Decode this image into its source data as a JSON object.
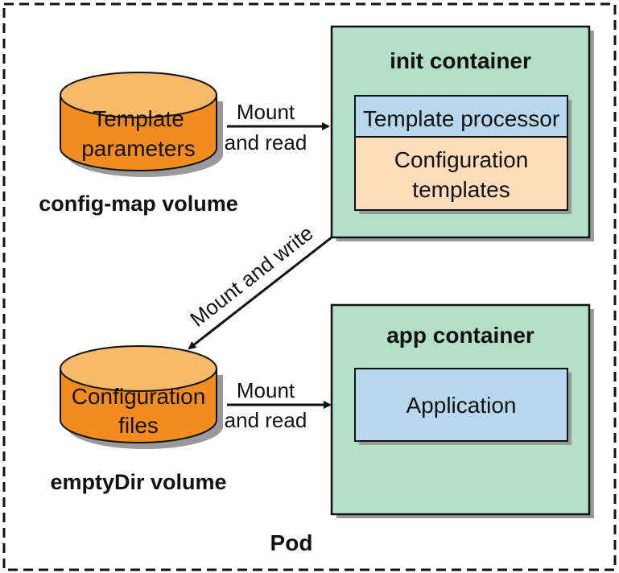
{
  "pod": {
    "label": "Pod"
  },
  "volumes": {
    "config_map": {
      "line1": "Template",
      "line2": "parameters",
      "caption": "config-map volume"
    },
    "empty_dir": {
      "line1": "Configuration",
      "line2": "files",
      "caption": "emptyDir volume"
    }
  },
  "init_container": {
    "title": "init container",
    "processor": "Template processor",
    "templates_line1": "Configuration",
    "templates_line2": "templates"
  },
  "app_container": {
    "title": "app container",
    "application": "Application"
  },
  "arrows": {
    "top_line1": "Mount",
    "top_line2": "and read",
    "diagonal": "Mount and write",
    "bottom_line1": "Mount",
    "bottom_line2": "and read"
  },
  "colors": {
    "pod_border": "#111111",
    "container_fill": "#b3dfc6",
    "processor_fill": "#b7d7ec",
    "templates_fill": "#fddcbc",
    "application_fill": "#b7d7ec",
    "cylinder_top": "#f8b96a",
    "cylinder_body": "#f28c1e",
    "shadow": "#9a9a9a"
  }
}
